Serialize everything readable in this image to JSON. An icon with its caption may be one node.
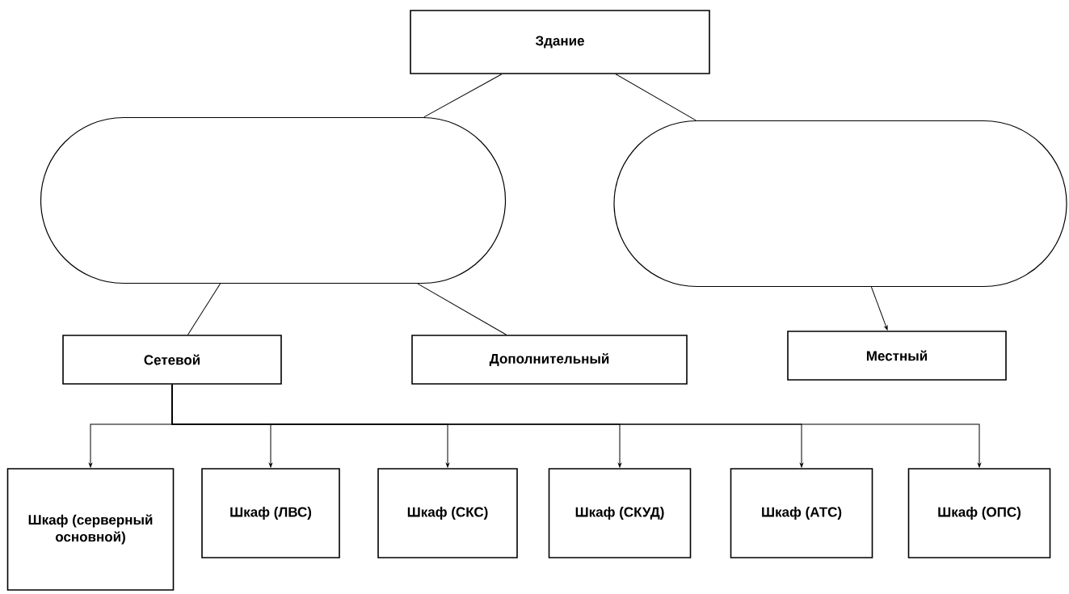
{
  "diagram": {
    "nodes": [
      {
        "text": [
          "Здание"
        ]
      },
      {
        "text": [],
        "shape": "oval"
      },
      {
        "text": [],
        "shape": "oval"
      },
      {
        "text": [
          "Сетевой"
        ]
      },
      {
        "text": [
          "Дополнительный"
        ]
      },
      {
        "text": [
          "Местный"
        ]
      },
      {
        "text": [
          "Шкаф (серверный основной)"
        ]
      },
      {
        "text": [
          "Шкаф (ЛВС)"
        ]
      },
      {
        "text": [
          "Шкаф (СКС)"
        ]
      },
      {
        "text": [
          "Шкаф (СКУД)"
        ]
      },
      {
        "text": [
          "Шкаф (АТС)"
        ]
      },
      {
        "text": [
          "Шкаф (ОПС)"
        ]
      }
    ],
    "edges": [
      {
        "from": 0,
        "to": 1,
        "arrow": "none"
      },
      {
        "from": 0,
        "to": 2,
        "arrow": "none"
      },
      {
        "from": 1,
        "to": 3,
        "arrow": "none"
      },
      {
        "from": 1,
        "to": 4,
        "arrow": "none"
      },
      {
        "from": 2,
        "to": 5,
        "arrow": "to"
      },
      {
        "from": 3,
        "to": 6,
        "arrow": "to"
      },
      {
        "from": 3,
        "to": 7,
        "arrow": "to"
      },
      {
        "from": 3,
        "to": 8,
        "arrow": "to"
      },
      {
        "from": 3,
        "to": 9,
        "arrow": "to"
      },
      {
        "from": 3,
        "to": 10,
        "arrow": "to"
      },
      {
        "from": 3,
        "to": 11,
        "arrow": "to"
      }
    ]
  }
}
